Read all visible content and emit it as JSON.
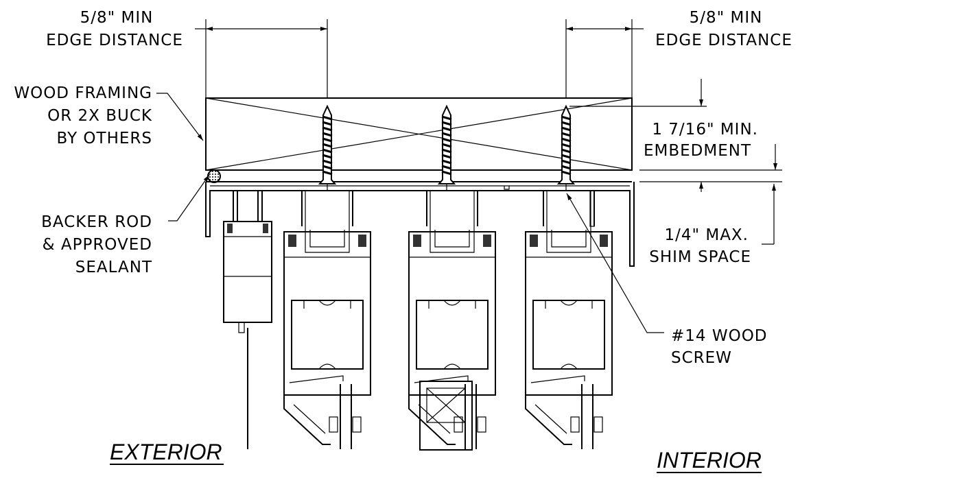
{
  "labels": {
    "edge_left_1": "5/8\" MIN",
    "edge_left_2": "EDGE DISTANCE",
    "edge_right_1": "5/8\" MIN",
    "edge_right_2": "EDGE DISTANCE",
    "wood_1": "WOOD FRAMING",
    "wood_2": "OR 2X BUCK",
    "wood_3": "BY OTHERS",
    "embed_1": "1 7/16\" MIN.",
    "embed_2": "EMBEDMENT",
    "backer_1": "BACKER ROD",
    "backer_2": "& APPROVED",
    "backer_3": "SEALANT",
    "shim_1": "1/4\" MAX.",
    "shim_2": "SHIM SPACE",
    "screw_1": "#14 WOOD",
    "screw_2": "SCREW",
    "exterior": "EXTERIOR",
    "interior": "INTERIOR"
  },
  "screws": [
    {
      "name": "screw-left"
    },
    {
      "name": "screw-center"
    },
    {
      "name": "screw-right"
    }
  ]
}
